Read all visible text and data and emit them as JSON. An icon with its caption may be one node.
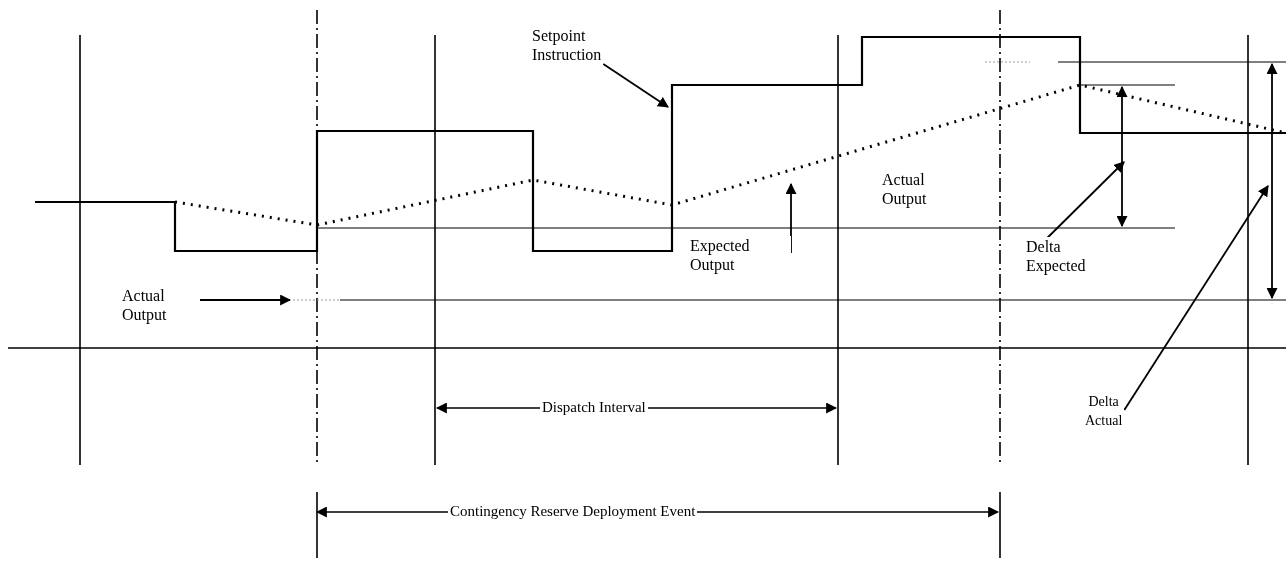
{
  "diagram": {
    "nodes": [
      {
        "text": [
          "Setpoint Instruction"
        ]
      },
      {
        "text": [
          "Expected Output"
        ]
      },
      {
        "text": [
          "Actual Output"
        ]
      },
      {
        "text": [
          "Delta Expected"
        ]
      },
      {
        "text": [
          "Delta Actual"
        ]
      },
      {
        "text": [
          "Actual Output"
        ]
      }
    ],
    "edges": [
      {
        "from": 0,
        "to": null,
        "arrow": "to"
      },
      {
        "from": 1,
        "to": null,
        "arrow": "to"
      },
      {
        "from": 2,
        "to": null,
        "arrow": "to"
      },
      {
        "from": 3,
        "to": null,
        "arrow": "to"
      },
      {
        "from": 4,
        "to": null,
        "arrow": "to"
      }
    ],
    "labels": [
      "Dispatch Interval",
      "Contingency Reserve Deployment Event"
    ]
  }
}
